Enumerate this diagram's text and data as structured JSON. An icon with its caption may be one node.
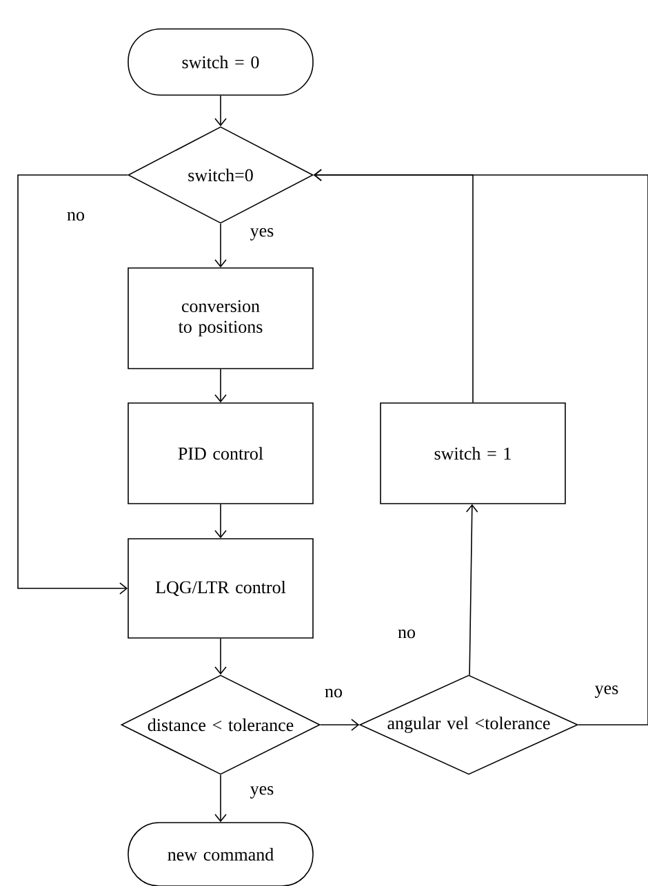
{
  "diagram": {
    "nodes": [
      {
        "text": [
          "switch = 0"
        ]
      },
      {
        "text": [
          "switch=0"
        ]
      },
      {
        "text": [
          "conversion to positions"
        ]
      },
      {
        "text": [
          "PID control"
        ]
      },
      {
        "text": [
          "switch = 1"
        ]
      },
      {
        "text": [
          "LQG/LTR control"
        ]
      },
      {
        "text": [
          "distance < tolerance"
        ]
      },
      {
        "text": [
          "angular vel <tolerance"
        ]
      },
      {
        "text": [
          "new command"
        ]
      }
    ],
    "edges": [
      {
        "from": 0,
        "to": 1,
        "arrow": "to"
      },
      {
        "from": 1,
        "to": 2,
        "arrow": "to",
        "label": "yes"
      },
      {
        "from": 2,
        "to": 3,
        "arrow": "to"
      },
      {
        "from": 3,
        "to": 5,
        "arrow": "to"
      },
      {
        "from": 1,
        "to": 5,
        "arrow": "to",
        "label": "no"
      },
      {
        "from": 5,
        "to": 6,
        "arrow": "to"
      },
      {
        "from": 6,
        "to": 7,
        "arrow": "to",
        "label": "no"
      },
      {
        "from": 6,
        "to": 8,
        "arrow": "to",
        "label": "yes"
      },
      {
        "from": 7,
        "to": 4,
        "arrow": "to",
        "label": "no"
      },
      {
        "from": 4,
        "to": 1,
        "arrow": "to"
      },
      {
        "from": 7,
        "to": 1,
        "arrow": "to",
        "label": "yes"
      }
    ]
  }
}
